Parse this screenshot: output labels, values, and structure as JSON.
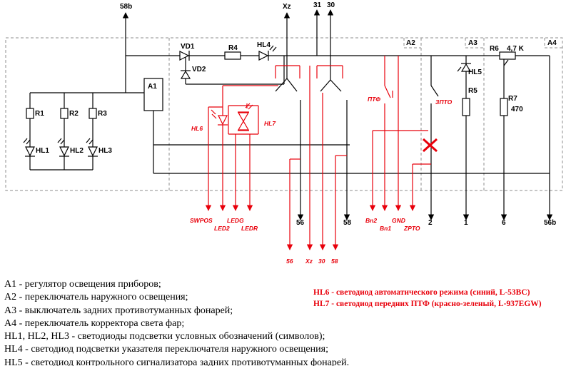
{
  "terminals_top": [
    "58b",
    "Xz",
    "31",
    "30"
  ],
  "block_tags": [
    "A2",
    "A3",
    "A4"
  ],
  "components": {
    "a1": "A1",
    "r1": "R1",
    "r2": "R2",
    "r3": "R3",
    "hl1": "HL1",
    "hl2": "HL2",
    "hl3": "HL3",
    "vd1": "VD1",
    "vd2": "VD2",
    "r4": "R4",
    "hl4": "HL4",
    "hl5": "HL5",
    "r5": "R5",
    "r6": "R6",
    "r6_value": "4,7 K",
    "r7": "R7",
    "r7_value": "470"
  },
  "red_labels": {
    "hl6": "HL6",
    "hl7": "HL7",
    "ptf": "ПТФ",
    "zpto": "ЗПТО",
    "swpos": "SWPOS",
    "led2": "LED2",
    "ledg": "LEDG",
    "ledr": "LEDR",
    "bn2": "Bn2",
    "bn1": "Bn1",
    "gnd": "GND",
    "zpto_pin": "ZPTO"
  },
  "terminals_bottom": [
    "56",
    "58",
    "2",
    "1",
    "6",
    "56b"
  ],
  "red_bottom": [
    "56",
    "Xz",
    "30",
    "58"
  ],
  "legend": [
    "A1 - регулятор освещения приборов;",
    "A2 - переключатель наружного освещения;",
    "A3 - выключатель задних противотуманных фонарей;",
    "A4 - переключатель корректора света фар;",
    "HL1, HL2, HL3 - светодиоды подсветки условных обозначений (символов);",
    "HL4 - светодиод подсветки указателя переключателя наружного освещения;",
    "HL5 - светодиод контрольного сигнализатора задних противотуманных фонарей."
  ],
  "notes": [
    "HL6 - светодиод автоматического режима (синий, L-53BC)",
    "HL7 - светодиод передних ПТФ (красно-зеленый, L-937EGW)"
  ],
  "colors": {
    "circuit": "#000000",
    "modification": "#e8000b",
    "frame": "#8c8c8c"
  }
}
